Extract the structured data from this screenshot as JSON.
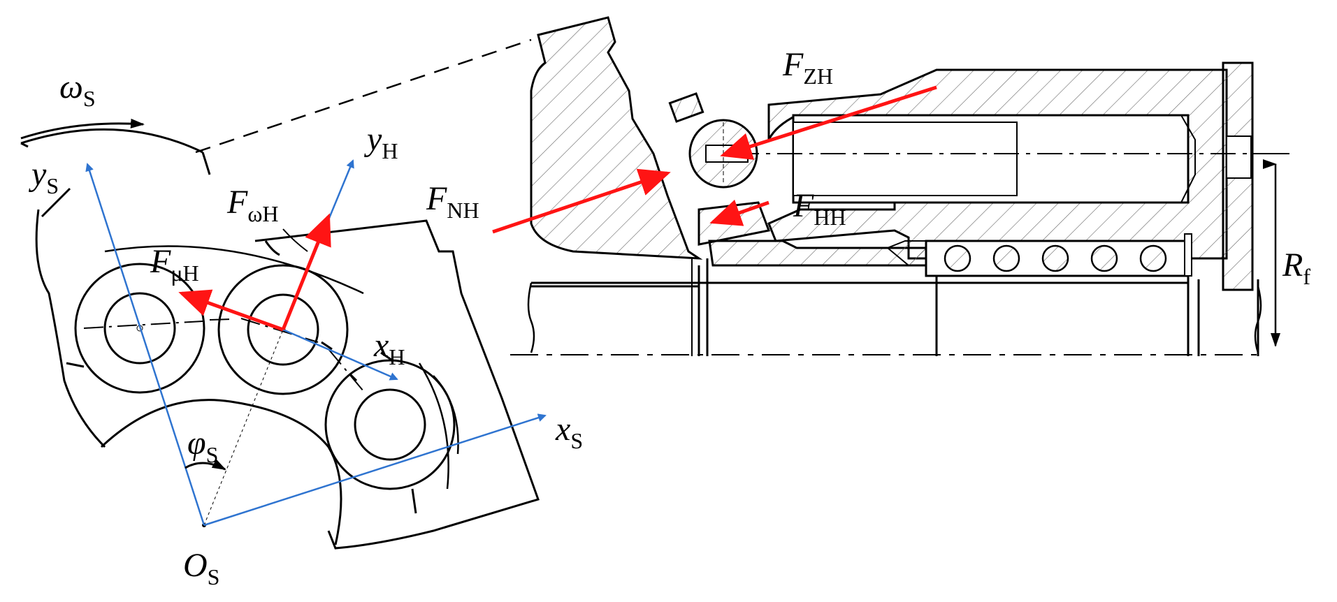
{
  "colors": {
    "line": "#000000",
    "force": "#ff1414",
    "axis": "#2f74d0",
    "hatch": "#555555"
  },
  "labels": {
    "omega_s": {
      "main": "ω",
      "sub": "S"
    },
    "y_s": {
      "main": "y",
      "sub": "S"
    },
    "y_h": {
      "main": "y",
      "sub": "H"
    },
    "x_h": {
      "main": "x",
      "sub": "H"
    },
    "x_s": {
      "main": "x",
      "sub": "S"
    },
    "o_s": {
      "main": "O",
      "sub": "S"
    },
    "phi_s": {
      "main": "φ",
      "sub": "S"
    },
    "f_omega_h": {
      "main": "F",
      "sub": "ωH"
    },
    "f_mu_h": {
      "main": "F",
      "sub": "μH"
    },
    "f_nh": {
      "main": "F",
      "sub": "NH"
    },
    "f_zh": {
      "main": "F",
      "sub": "ZH"
    },
    "f_hh": {
      "main": "F",
      "sub": "HH"
    },
    "r_f": {
      "main": "R",
      "sub": "f"
    }
  }
}
